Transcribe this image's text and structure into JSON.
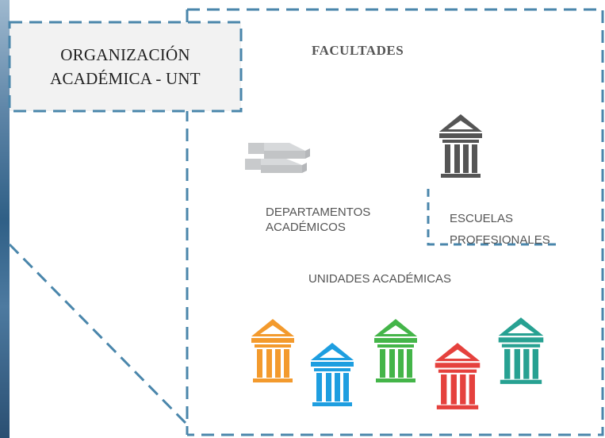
{
  "title": {
    "line1": "ORGANIZACIÓN",
    "line2": "ACADÉMICA - UNT"
  },
  "facultades_label": "FACULTADES",
  "departamentos": {
    "line1": "DEPARTAMENTOS",
    "line2": "ACADÉMICOS"
  },
  "escuelas": {
    "line1": "ESCUELAS",
    "line2": "PROFESIONALES"
  },
  "unidades_label": "UNIDADES ACADÉMICAS",
  "icons": {
    "books": "books-icon",
    "escuela": "institution-icon",
    "unidades": "institution-icon"
  },
  "colors": {
    "dash": "#4a86ab",
    "books": "#c8cacc",
    "escuela": "#555555",
    "unidades": [
      "#f39a2d",
      "#1e9ee0",
      "#44b549",
      "#e5413d",
      "#27a192"
    ]
  }
}
